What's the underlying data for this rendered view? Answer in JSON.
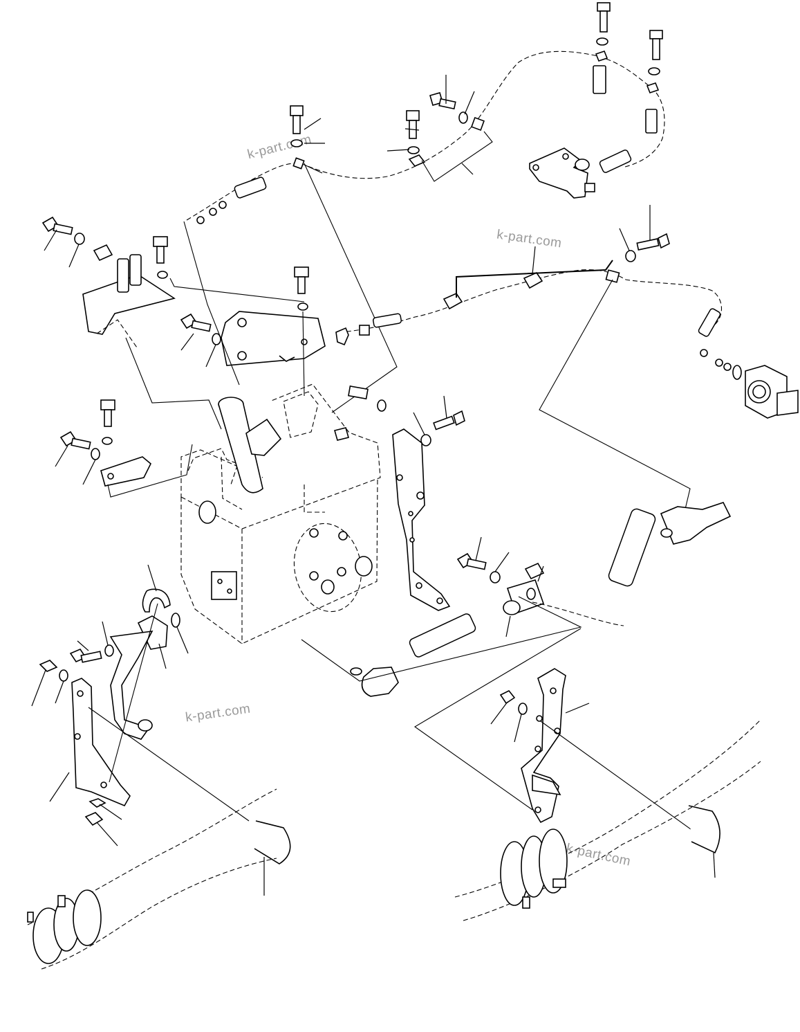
{
  "diagram": {
    "watermark_text": "k-part.com",
    "watermarks": [
      "k-part.com",
      "k-part.com",
      "k-part.com",
      "k-part.com"
    ],
    "colors": {
      "ink": "#000000",
      "watermark": "#9a9a9a",
      "background": "#ffffff"
    }
  }
}
